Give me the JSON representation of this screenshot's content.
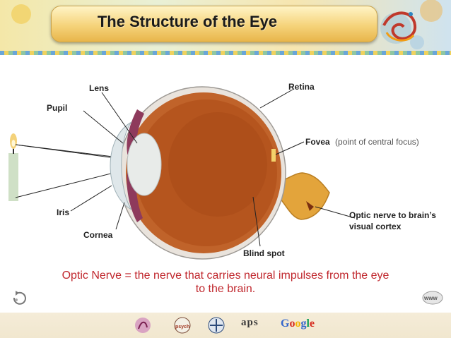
{
  "title": "The Structure of the Eye",
  "labels": {
    "lens": "Lens",
    "pupil": "Pupil",
    "iris": "Iris",
    "cornea": "Cornea",
    "retina": "Retina",
    "fovea": "Fovea",
    "fovea_note": "(point of central focus)",
    "optic_nerve_line1": "Optic nerve to brain’s",
    "optic_nerve_line2": "visual cortex",
    "blind_spot": "Blind spot"
  },
  "caption": {
    "line1": "Optic Nerve = the nerve that carries neural impulses from the eye",
    "line2": "to the brain."
  },
  "footer": {
    "aps_logo_text": "aps",
    "google_letters": [
      "G",
      "o",
      "o",
      "g",
      "l",
      "e"
    ],
    "google_colors": [
      "#3366cc",
      "#d62d20",
      "#f4b400",
      "#3366cc",
      "#109d58",
      "#d62d20"
    ]
  },
  "colors": {
    "caption": "#c0272d",
    "eye_interior": "#b5551e",
    "sclera": "#e9e3dc",
    "optic_nerve": "#e3a43b"
  },
  "icons": {
    "back_nav": "return-arrow-icon",
    "www": "www-icon"
  }
}
